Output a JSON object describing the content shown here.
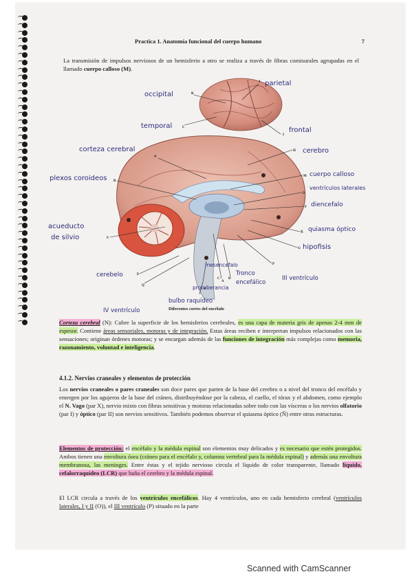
{
  "header": {
    "title": "Practica 1. Anatomía funcional del cuerpo humano",
    "page": "7"
  },
  "intro": {
    "a": "La transmisión de impulsos nerviosos de un hemisferio a otro se realiza a través de fibras comisurales agrupadas en el llamado ",
    "b": "cuerpo calloso (M)",
    "c": "."
  },
  "figure": {
    "caption": "Diferentes cortes del encéfalo",
    "letters": [
      "K",
      "J",
      "L",
      "I",
      "N",
      "H",
      "R",
      "M",
      "O",
      "F",
      "S",
      "Ñ",
      "G",
      "E",
      "P",
      "A",
      "C",
      "D",
      "B",
      "Q"
    ],
    "handwritten": {
      "occipital": "occipital",
      "parietal": "parietal",
      "temporal": "temporal",
      "frontal": "frontal",
      "corteza": "corteza cerebral",
      "cerebro": "cerebro",
      "plexos": "plexos coroideos",
      "cuerpo_calloso": "cuerpo calloso",
      "ventriculos_laterales": "ventrículos laterales",
      "diencefalo": "diencefalo",
      "acueducto": "acueducto",
      "de_silvio": "de silvio",
      "quiasma": "quiasma óptico",
      "hipofisis": "hipofisis",
      "cerebelo": "cerebelo",
      "mesencefalo": "mesencefalo",
      "tronco": "Tronco",
      "encefalico": "encefálico",
      "iii_ventriculo": "III ventrículo",
      "protuberancia": "protuberancia",
      "bulbo": "bulbo raquídeo",
      "iv_ventriculo": "IV ventrículo"
    }
  },
  "corteza": {
    "term": "Corteza cerebral",
    "a": " (N): Cubre la superficie de los hemisferios cerebrales, ",
    "b": "es una capa de materia gris de apenas 2-4 mm de espesor.",
    "c": " Contiene ",
    "d": "áreas sensoriales, motoras y de integración.",
    "e": " Estas áreas reciben e interpretan impulsos relacionados con las sensaciones; originan órdenes motoras; y se encargan además de las ",
    "f": "funciones de integración",
    "g": " más complejas como ",
    "h": "memoria, razonamiento, voluntad e inteligencia",
    "i": "."
  },
  "section": {
    "title": "4.1.2. Nervios craneales y elementos de protección"
  },
  "nervios": {
    "a": "Los ",
    "b": "nervios craneales o pares craneales",
    "c": " son doce pares que parten de la base del cerebro o a nivel del tronco del encéfalo y emergen por los agujeros de la base del cráneo, distribuyéndose por la cabeza, el cuello, el tórax y el abdomen, como ejemplo el ",
    "d": "N. Vago",
    "e": " (par X), nervio mixto con fibras sensitivas y motoras relacionadas sobre todo con las vísceras o los nervios ",
    "f": "olfatorio",
    "g": " (par I) y ",
    "h": "óptico",
    "i": " (par II) son nervios sensitivos. También podemos observar el quiasma óptico (Ñ) entre otras estructuras."
  },
  "proteccion": {
    "term": "Elementos de protección:",
    "a": " el ",
    "b": "encéfalo y la médula espinal",
    "c": " son elementos muy delicados y ",
    "d": "es necesario que estén protegidos.",
    "e": " Ambos tienen una ",
    "f": "envoltura ósea (cráneo para el encéfalo y, columna vertebral para la médula espinal)",
    "g": " y ",
    "h": "además una envoltura membranosa, las meninges.",
    "i": " Entre éstas y el tejido nervioso circula el líquido de color transparente, llamado ",
    "j": "líquido, cefalorraquídeo (LCR)",
    "k": " que baña el cerebro y la médula espinal."
  },
  "lcr": {
    "a": "El LCR circula a través de los ",
    "b": "ventrículos encefálicos",
    "c": ". Hay 4 ventrículos, uno en cada hemisferio cerebral (",
    "d": "ventrículos laterales, I y II",
    "e": " (O)), el ",
    "f": "III ventrículo",
    "g": " (P) situado en la parte"
  },
  "watermark": "Scanned with CamScanner"
}
